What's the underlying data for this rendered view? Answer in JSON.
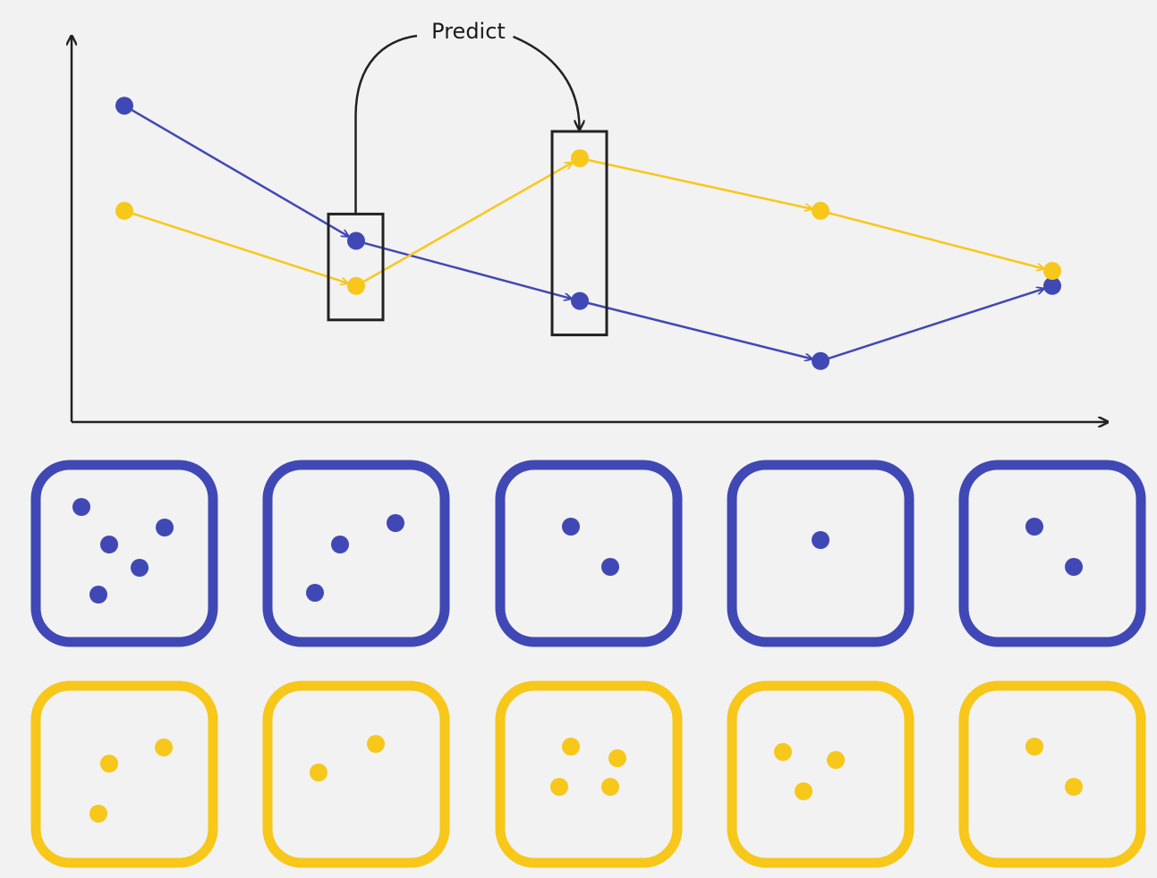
{
  "annotation": {
    "label": "Predict"
  },
  "colors": {
    "background": "#f2f2f2",
    "blue": "#4048b5",
    "yellow": "#f7c71a",
    "ink": "#222222"
  },
  "series": [
    {
      "color_key": "blue",
      "values": [
        4.2,
        2.4,
        1.6,
        0.8,
        1.8
      ]
    },
    {
      "color_key": "yellow",
      "values": [
        2.8,
        1.8,
        3.5,
        2.8,
        2.0
      ]
    }
  ],
  "highlight_steps": {
    "source": 1,
    "target": 2
  },
  "dice_rows": [
    {
      "color_key": "blue",
      "pips": [
        5,
        3,
        2,
        1,
        2
      ]
    },
    {
      "color_key": "yellow",
      "pips": [
        3,
        2,
        4,
        3,
        2
      ]
    }
  ]
}
